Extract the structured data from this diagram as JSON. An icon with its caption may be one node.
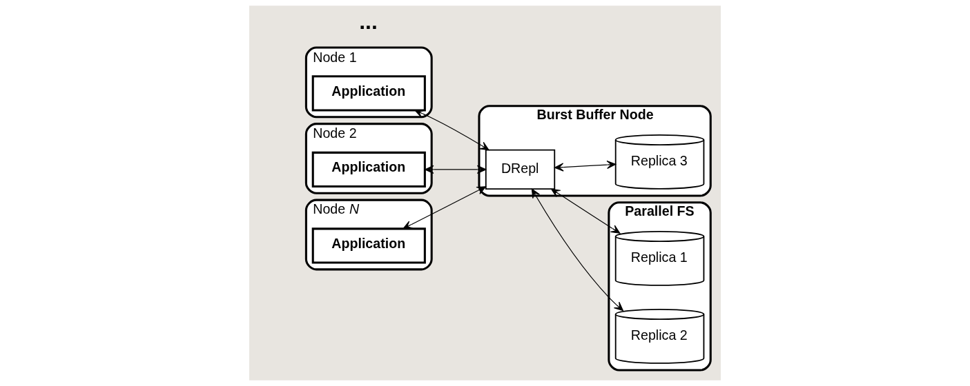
{
  "diagram": {
    "nodes": [
      {
        "text": [
          "Node 1"
        ]
      },
      {
        "text": [
          "Application"
        ],
        "in": 0
      },
      {
        "text": [
          "Node 2"
        ]
      },
      {
        "text": [
          "Application"
        ],
        "in": 2
      },
      {
        "text": [
          "Node *N*"
        ]
      },
      {
        "text": [
          "Application"
        ],
        "in": 4
      },
      {
        "text": [
          "Burst Buffer Node"
        ]
      },
      {
        "text": [
          "DRepl"
        ],
        "in": 6
      },
      {
        "text": [
          "Replica 3"
        ],
        "in": 6
      },
      {
        "text": [
          "Parallel FS"
        ]
      },
      {
        "text": [
          "Replica 1"
        ],
        "in": 9
      },
      {
        "text": [
          "Replica 2"
        ],
        "in": 9
      }
    ],
    "edges": [
      {
        "from": 1,
        "to": 7,
        "arrow": "both"
      },
      {
        "from": 3,
        "to": 7,
        "arrow": "both"
      },
      {
        "from": 5,
        "to": 7,
        "arrow": "both"
      },
      {
        "from": 7,
        "to": 10,
        "arrow": "both"
      },
      {
        "from": 7,
        "to": 8,
        "arrow": "both"
      },
      {
        "from": 7,
        "to": 11,
        "arrow": "both"
      }
    ],
    "labels": [
      "..."
    ]
  }
}
